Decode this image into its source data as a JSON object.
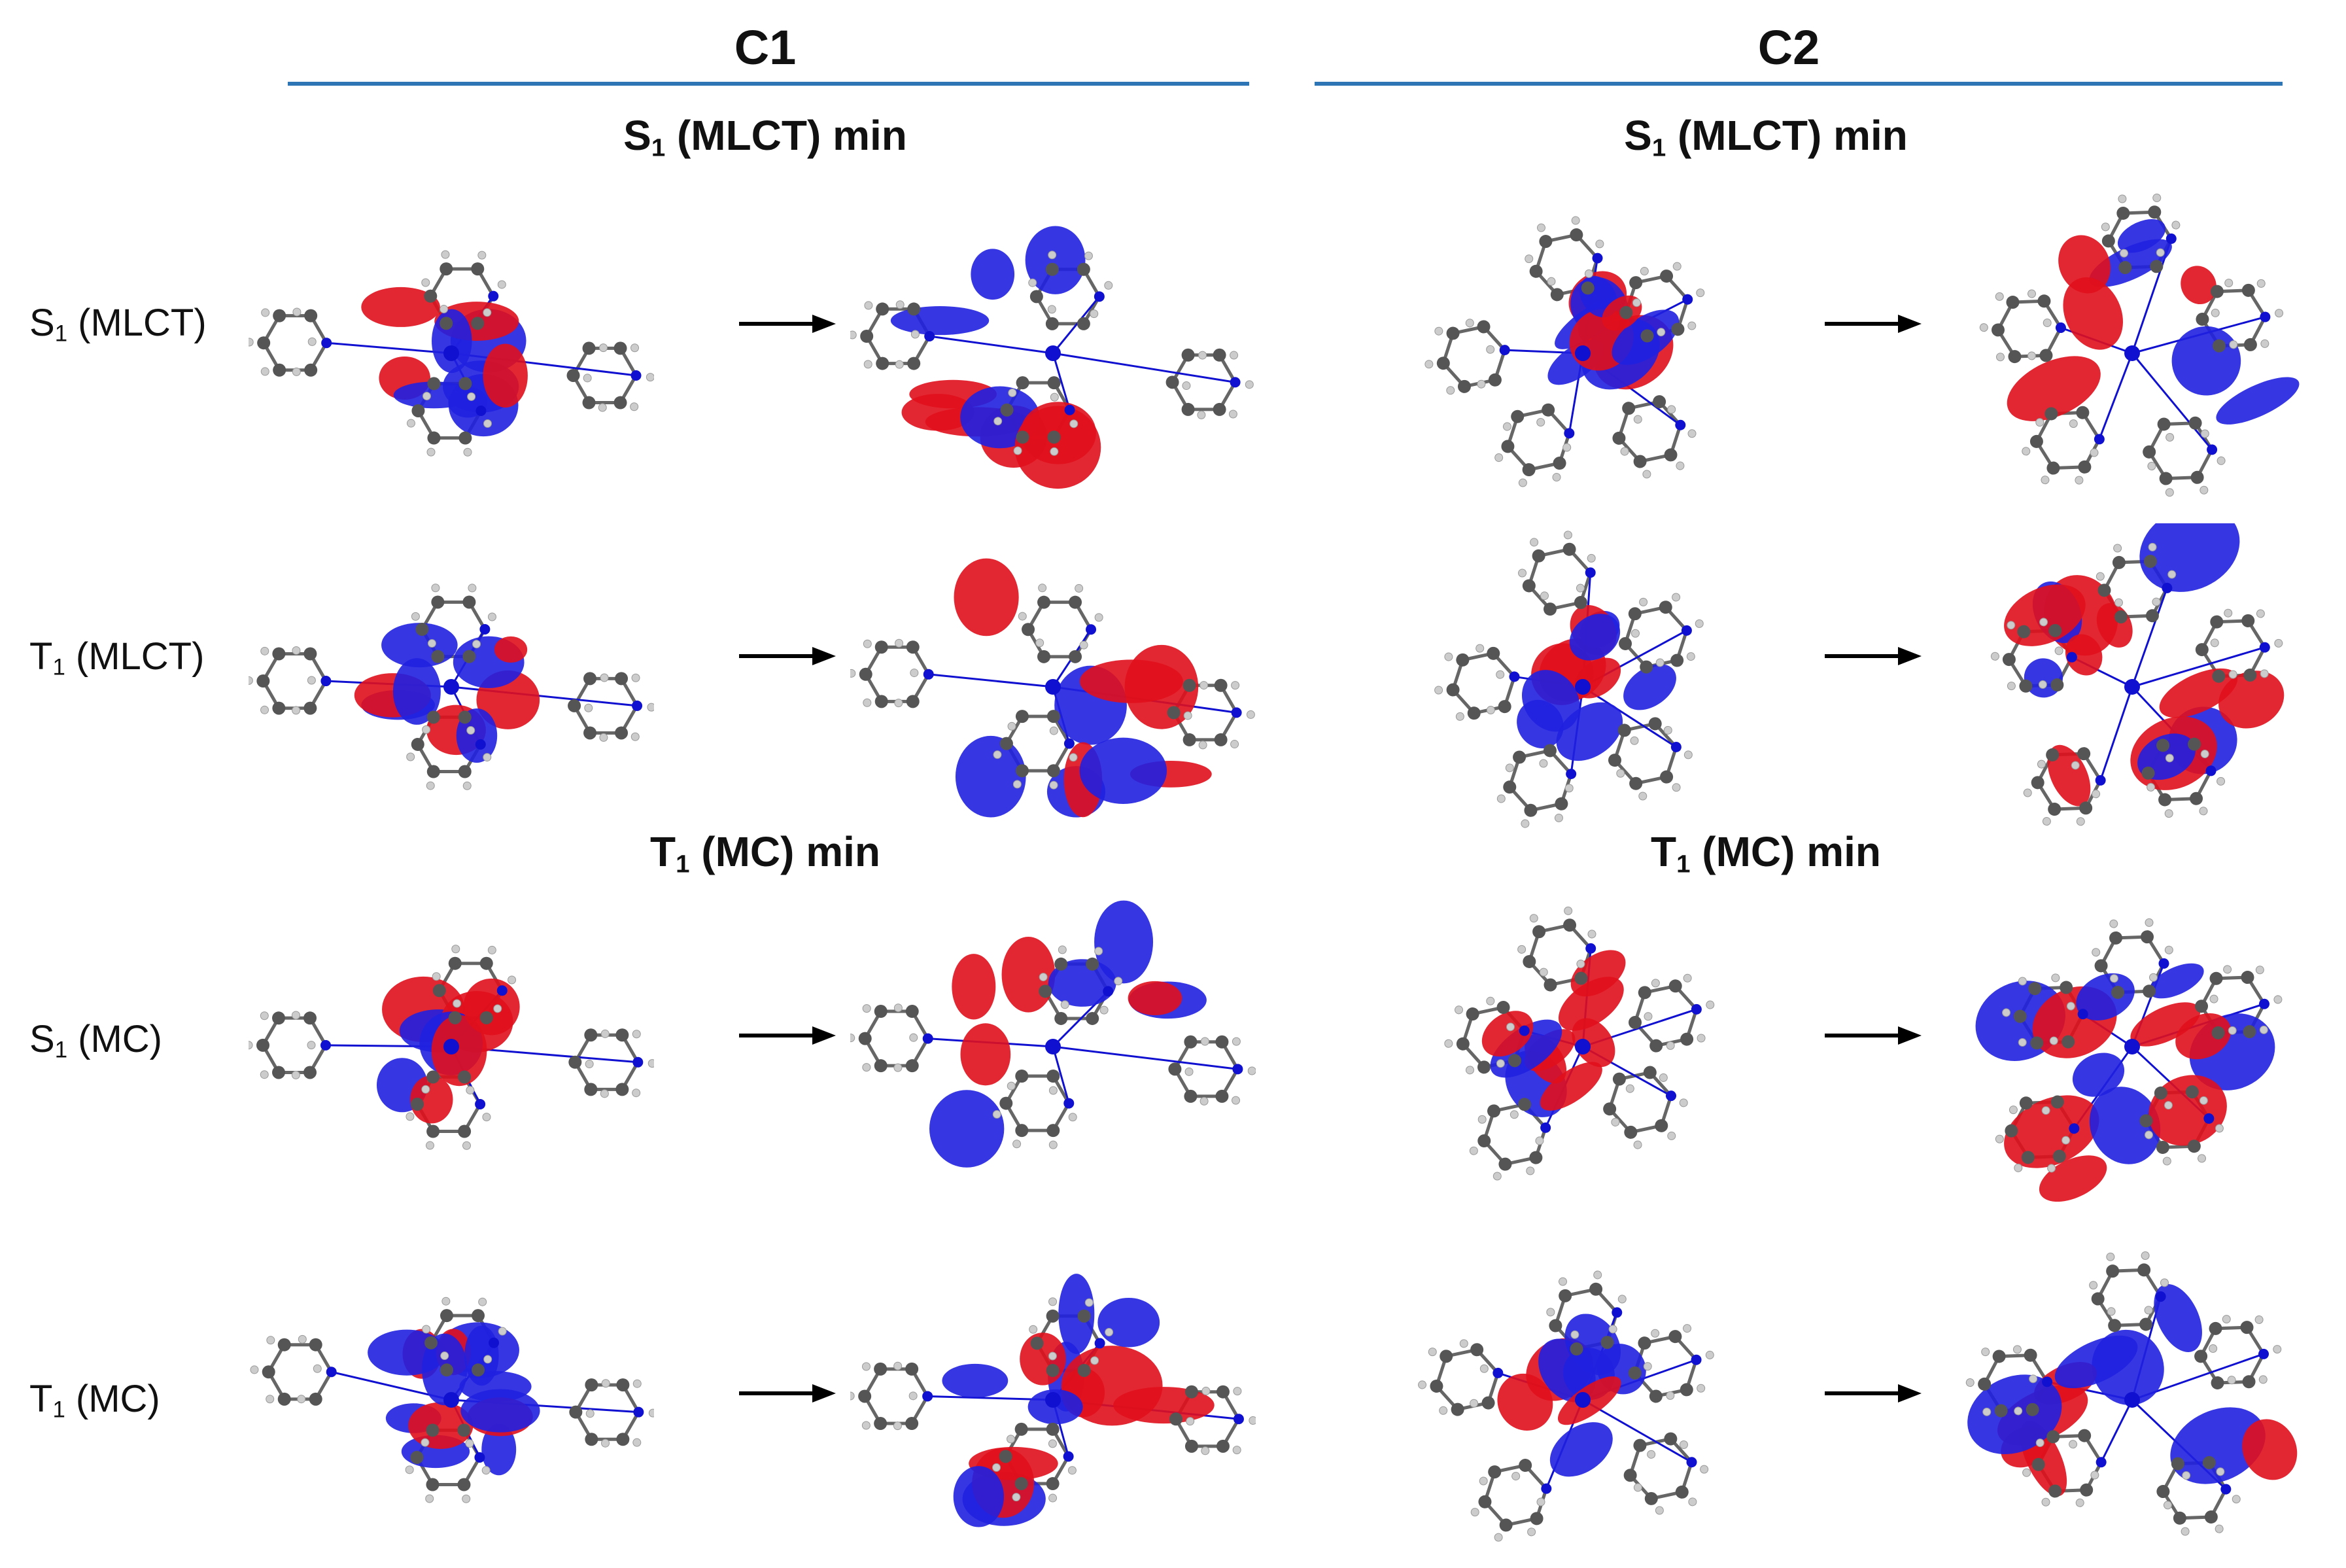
{
  "columns": {
    "c1": {
      "label": "C1"
    },
    "c2": {
      "label": "C2"
    }
  },
  "sections": {
    "s1": {
      "state": "S",
      "sub": "1",
      "rest": " (MLCT) min"
    },
    "t1": {
      "state": "T",
      "sub": "1",
      "rest": " (MC) min"
    }
  },
  "rows": [
    {
      "state": "S",
      "sub": "1",
      "type": " (MLCT)"
    },
    {
      "state": "T",
      "sub": "1",
      "type": " (MLCT)"
    },
    {
      "state": "S",
      "sub": "1",
      "type": " (MC)"
    },
    {
      "state": "T",
      "sub": "1",
      "type": " (MC)"
    }
  ],
  "colors": {
    "lobe_red": "#e0101c",
    "lobe_blue": "#2020e0",
    "rule_blue": "#2e75b6",
    "carbon": "#555555",
    "hydrogen": "#cccccc",
    "nitrogen": "#1010d0"
  },
  "icons": {
    "transition": "right-arrow-icon",
    "molecule": "molecular-orbital-render"
  }
}
